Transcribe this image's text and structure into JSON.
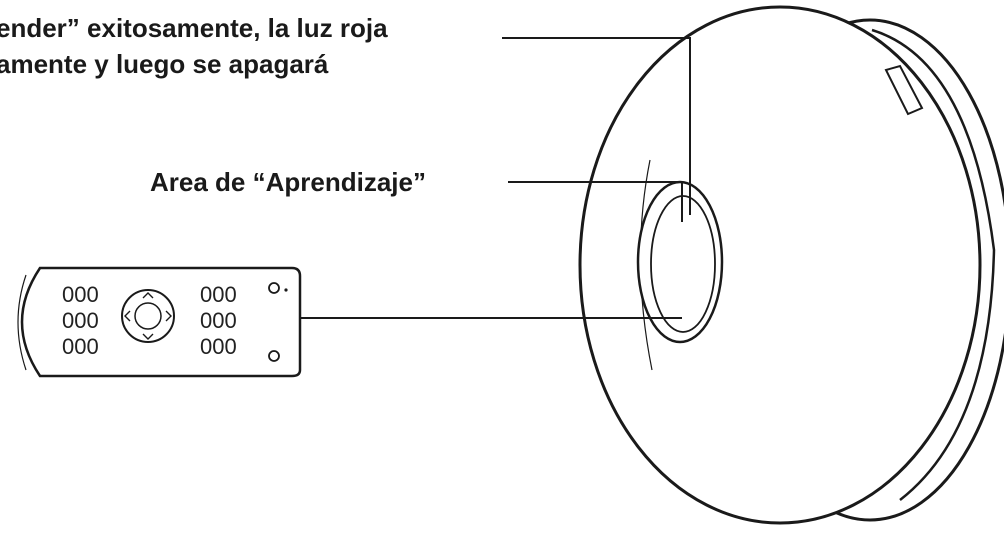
{
  "caption": {
    "line1": "ender” exitosamente, la luz roja",
    "line2": "amente y luego se apagará"
  },
  "learning_area_label": "Area de “Aprendizaje”",
  "remote_keys": {
    "left_col": [
      "000",
      "000",
      "000"
    ],
    "right_col": [
      "000",
      "000",
      "000"
    ]
  },
  "colors": {
    "stroke": "#1a1a1a",
    "background": "#ffffff"
  }
}
